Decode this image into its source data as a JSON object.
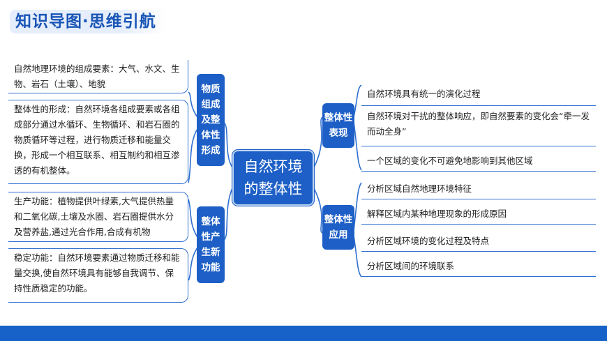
{
  "header": {
    "title": "知识导图·思维引航"
  },
  "center": {
    "line1": "自然环境",
    "line2": "的整体性"
  },
  "left_tags": {
    "wuzhi": {
      "lines": [
        "物质",
        "组成",
        "及整",
        "体性",
        "形成"
      ]
    },
    "shengchan": {
      "lines": [
        "整体",
        "性产",
        "生新",
        "功能"
      ]
    }
  },
  "left_texts": {
    "elements": "自然地理环境的组成要素：大气、水文、生物、岩石（土壤）、地貌",
    "formation": "整体性的形成：自然环境各组成要素或各组成部分通过水循环、生物循环、和岩石圈的物质循环等过程，进行物质迁移和能量交换，形成一个相互联系、相互制约和相互渗透的有机整体。",
    "production": "生产功能：植物提供叶绿素,大气提供热量和二氧化碳,土壤及水圈、岩石圈提供水分及营养盐,通过光合作用,合成有机物",
    "stability": "稳定功能：自然环境要素通过物质迁移和能量交换,使自然环境具有能够自我调节、保持性质稳定的功能。"
  },
  "right_tags": {
    "biaoxian": {
      "lines": [
        "整体性",
        "表现"
      ]
    },
    "yingyong": {
      "lines": [
        "整体性",
        "应用"
      ]
    }
  },
  "right_biaoxian": [
    "自然环境具有统一的演化过程",
    "自然环境对干扰的整体响应，即自然要素的变化会“牵一发而动全身”",
    "一个区域的变化不可避免地影响到其他区域"
  ],
  "right_yingyong": [
    "分析区域自然地理环境特征",
    "解释区域内某种地理现象的形成原因",
    "分析区域环境的变化过程及特点",
    "分析区域间的环境联系"
  ],
  "colors": {
    "primary": "#1d5fc6",
    "border": "#2f6fcf",
    "header_text": "#1a56b6"
  }
}
